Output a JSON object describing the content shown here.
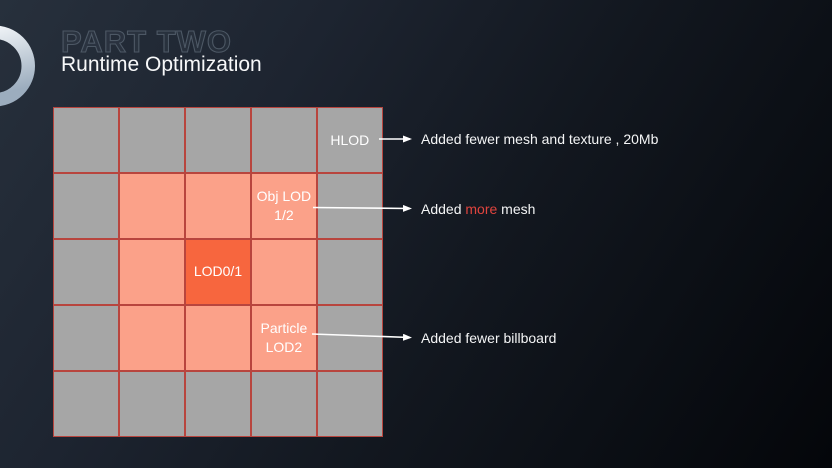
{
  "slide": {
    "part_label": "PART TWO",
    "title": "Runtime Optimization"
  },
  "grid": {
    "rows": 5,
    "cols": 5,
    "palette": {
      "gray": "#a6a6a6",
      "salmon": "#fba189",
      "core": "#f7663e",
      "border": "#b8453e",
      "label_text": "#ffffff"
    },
    "cells": [
      {
        "type": "gray"
      },
      {
        "type": "gray"
      },
      {
        "type": "gray"
      },
      {
        "type": "gray"
      },
      {
        "type": "gray",
        "label": "HLOD"
      },
      {
        "type": "gray"
      },
      {
        "type": "salmon"
      },
      {
        "type": "salmon"
      },
      {
        "type": "salmon",
        "label": "Obj LOD\n1/2"
      },
      {
        "type": "gray"
      },
      {
        "type": "gray"
      },
      {
        "type": "salmon"
      },
      {
        "type": "core",
        "label": "LOD0/1"
      },
      {
        "type": "salmon"
      },
      {
        "type": "gray"
      },
      {
        "type": "gray"
      },
      {
        "type": "salmon"
      },
      {
        "type": "salmon"
      },
      {
        "type": "salmon",
        "label": "Particle\nLOD2"
      },
      {
        "type": "gray"
      },
      {
        "type": "gray"
      },
      {
        "type": "gray"
      },
      {
        "type": "gray"
      },
      {
        "type": "gray"
      },
      {
        "type": "gray"
      }
    ]
  },
  "annotations": [
    {
      "text": "Added fewer mesh and texture , 20Mb"
    },
    {
      "prefix": "Added ",
      "highlight": "more",
      "suffix": " mesh",
      "highlight_color": "#e0443e"
    },
    {
      "text": "Added fewer billboard"
    }
  ]
}
